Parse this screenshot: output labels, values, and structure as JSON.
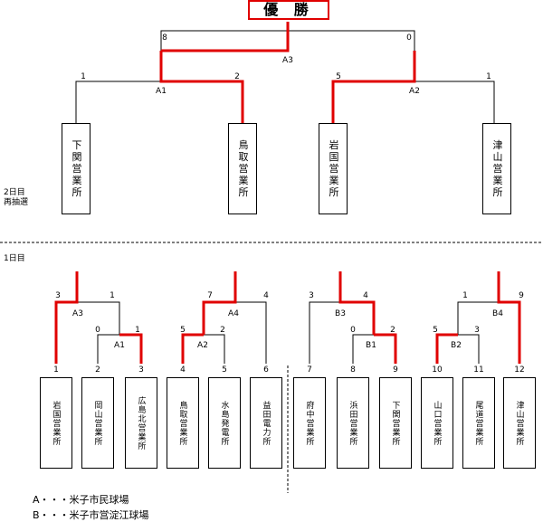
{
  "title": "優 勝",
  "day2_label": "2日目",
  "day2_sub": "再抽選",
  "day1_label": "1日目",
  "legend": [
    "A・・・米子市民球場",
    "B・・・米子市営淀江球場"
  ],
  "day2": {
    "teams": [
      "下関営業所",
      "鳥取営業所",
      "岩国営業所",
      "津山営業所"
    ],
    "scores": {
      "t1": "1",
      "t2": "2",
      "t3": "5",
      "t4": "1",
      "a1": "8",
      "a2": "0"
    },
    "games": {
      "a1": "A1",
      "a2": "A2",
      "a3": "A3"
    }
  },
  "day1": {
    "numbers": [
      "1",
      "2",
      "3",
      "4",
      "5",
      "6",
      "7",
      "8",
      "9",
      "10",
      "11",
      "12"
    ],
    "teams": [
      "岩国営業所",
      "岡山営業所",
      "広島北営業所",
      "鳥取営業所",
      "水島発電所",
      "益田電力所",
      "府中営業所",
      "浜田営業所",
      "下関営業所",
      "山口営業所",
      "尾道営業所",
      "津山営業所"
    ],
    "games": {
      "a1": "A1",
      "a2": "A2",
      "a3": "A3",
      "a4": "A4",
      "b1": "B1",
      "b2": "B2",
      "b3": "B3",
      "b4": "B4"
    },
    "scores": {
      "a1_l": "0",
      "a1_r": "1",
      "a3_l": "3",
      "a3_r": "1",
      "a2_l": "5",
      "a2_r": "2",
      "a4_l": "7",
      "a4_r": "4",
      "b1_l": "0",
      "b1_r": "2",
      "b3_l": "3",
      "b3_r": "4",
      "b2_l": "5",
      "b2_r": "3",
      "b4_l": "1",
      "b4_r": "9"
    }
  }
}
